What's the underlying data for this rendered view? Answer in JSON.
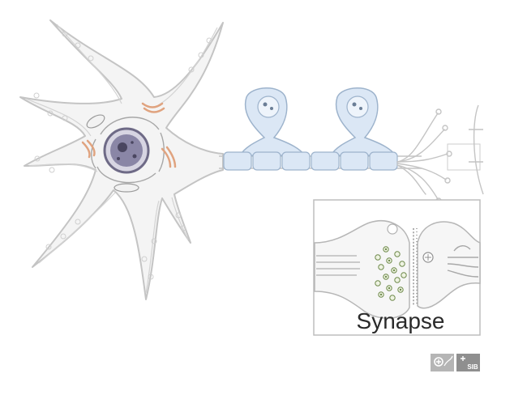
{
  "diagram": {
    "inset_label": "Synapse",
    "logos": [
      {
        "name": "expasy-logo",
        "text": ""
      },
      {
        "name": "sib-logo",
        "text": "SIB"
      }
    ],
    "colors": {
      "outline": "#c4c4c4",
      "nucleus": "#8a86a6",
      "nucleus_dark": "#4a4660",
      "golgi": "#e0a37f",
      "myelin": "#dbe7f5",
      "myelin_stroke": "#9db3cc",
      "vesicle": "#6f8a4c"
    }
  }
}
